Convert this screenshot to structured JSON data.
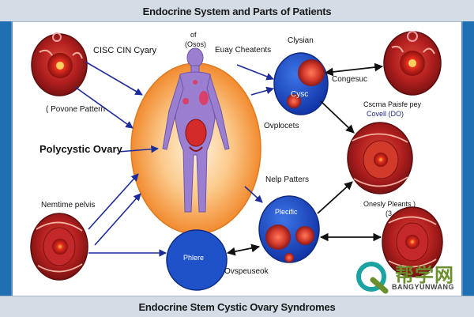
{
  "header": {
    "title": "Endocrine System and Parts of Patients"
  },
  "footer": {
    "title": "Endocrine Stem Cystic Ovary Syndromes"
  },
  "labels": {
    "cisc_ovary": "CISC CIN Cyary",
    "of": "of",
    "ovary_small": "(Osos)",
    "early_cheatents": "Euay Cheatents",
    "clysian": "Clysian",
    "congesuc": "Congesuc",
    "polycyst_pattern": "( Povone Pattern",
    "cystic_node": "Cysc",
    "nschna_marie": "Cscrna Paisfe pey",
    "nschna_sub": "Covell (DO)",
    "polycystic_ovary": "Polycystic Ovary",
    "ovplocets": "Ovplocets",
    "nelp_patters": "Nelp Patters",
    "nemtime_pelvis": "Nemtime pelvis",
    "plecific": "Plecific",
    "onesly_pleants": "Onesly Pleants )",
    "onesly_sub": "(3",
    "phlere": "Phlere",
    "ovspeuseok": "Ovspeuseok"
  },
  "watermark": {
    "chinese": "帮学网",
    "latin": "BANGYUNWANG"
  },
  "colors": {
    "accent_blue": "#1f52c8",
    "arrow_navy": "#1e2b9a",
    "arrow_black": "#111111",
    "figure_purple": "#9a7fd0",
    "glow_orange": "#f7a24a",
    "tissue_red": "#c4282b",
    "watermark_green": "#6b8f2c",
    "watermark_teal": "#1aa3a0"
  }
}
